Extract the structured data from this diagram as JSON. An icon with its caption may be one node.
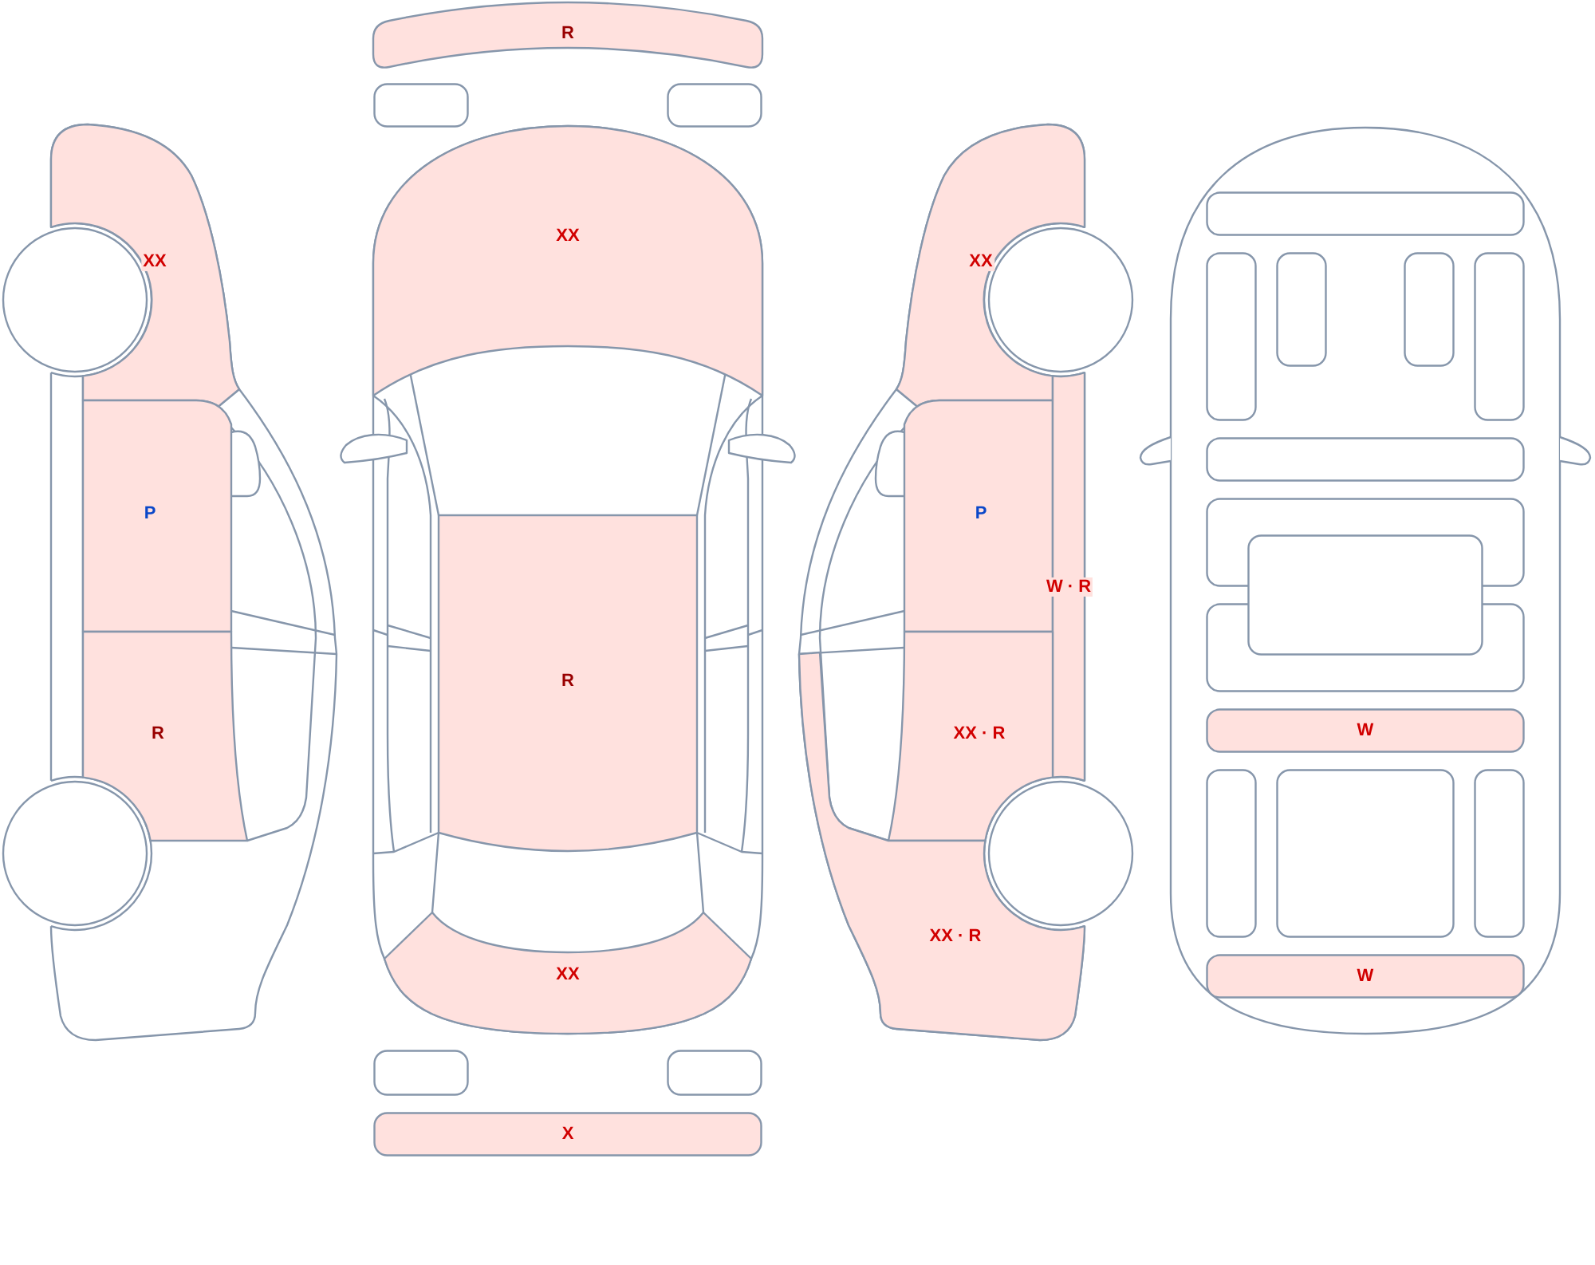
{
  "diagram": {
    "nodes": [
      {
        "text": [
          "XX"
        ]
      },
      {
        "text": [
          "P"
        ]
      },
      {
        "text": [
          "R"
        ]
      },
      {
        "text": [
          "R"
        ]
      },
      {
        "text": [],
        "shape": "box"
      },
      {
        "text": [],
        "shape": "box"
      },
      {
        "text": [
          "XX"
        ]
      },
      {
        "text": [
          "R"
        ]
      },
      {
        "text": [
          "XX"
        ]
      },
      {
        "text": [],
        "shape": "box"
      },
      {
        "text": [],
        "shape": "box"
      },
      {
        "text": [
          "X"
        ]
      },
      {
        "text": [
          "XX"
        ]
      },
      {
        "text": [
          "P"
        ]
      },
      {
        "text": [
          "W · R"
        ]
      },
      {
        "text": [
          "XX · R"
        ]
      },
      {
        "text": [
          "XX · R"
        ]
      },
      {
        "text": [],
        "shape": "box"
      },
      {
        "text": [],
        "shape": "box"
      },
      {
        "text": [],
        "shape": "box"
      },
      {
        "text": [],
        "shape": "box"
      },
      {
        "text": [],
        "shape": "box"
      },
      {
        "text": [],
        "shape": "box"
      },
      {
        "text": [],
        "shape": "box"
      },
      {
        "text": [],
        "shape": "box"
      },
      {
        "text": [],
        "shape": "box"
      },
      {
        "text": [
          "W"
        ]
      },
      {
        "text": [],
        "shape": "box"
      },
      {
        "text": [],
        "shape": "box"
      },
      {
        "text": [],
        "shape": "box"
      },
      {
        "text": [
          "W"
        ]
      }
    ]
  }
}
